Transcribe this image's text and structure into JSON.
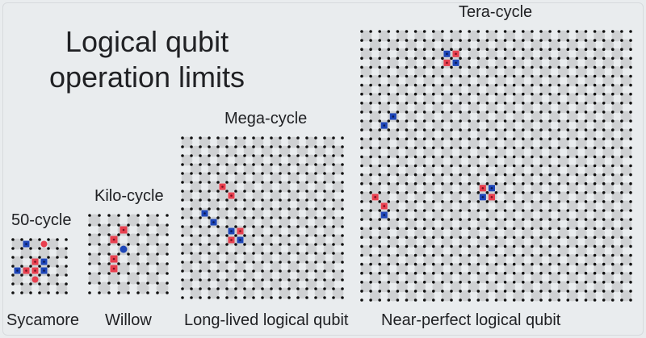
{
  "title": {
    "line1": "Logical qubit",
    "line2": "operation limits"
  },
  "chips": [
    {
      "cycle_label": "50-cycle",
      "name_label": "Sycamore",
      "grid": 7
    },
    {
      "cycle_label": "Kilo-cycle",
      "name_label": "Willow",
      "grid": 9
    },
    {
      "cycle_label": "Mega-cycle",
      "name_label": "Long-lived logical qubit",
      "grid": 19
    },
    {
      "cycle_label": "Tera-cycle",
      "name_label": "Near-perfect logical qubit",
      "grid": 31
    }
  ],
  "colors": {
    "background": "#e9ecee",
    "qubit_tile": "#cfd1d3",
    "qubit_dot": "#111111",
    "error_red": "#e8404f",
    "error_blue": "#1e46b8"
  }
}
